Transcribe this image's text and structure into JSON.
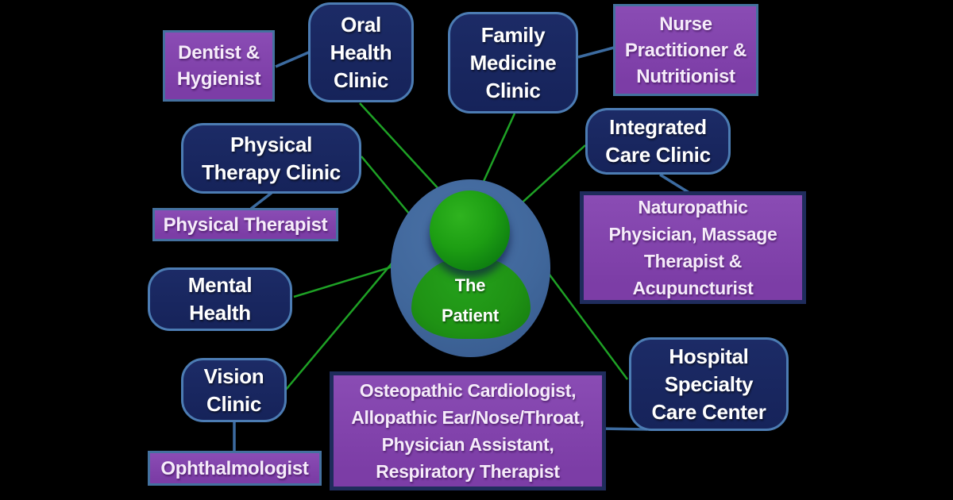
{
  "colors": {
    "background": "#000000",
    "clinic_fill": "#1c2b66",
    "clinic_fill_dark": "#16235a",
    "clinic_border": "#4c7cb3",
    "clinic_text": "#ffffff",
    "prac_fill": "#7c3da6",
    "prac_fill_light": "#8a4cb4",
    "prac_border_small": "#44719f",
    "prac_border_large": "#1f2c5c",
    "prac_text": "#f6ecfa",
    "green_link": "#1ea125",
    "blue_link": "#3c6ba0",
    "patient_ellipse": "#40679b",
    "patient_green": "#1f9214",
    "patient_head": "#1d9e13"
  },
  "nodes": {
    "dentist": {
      "label": "Dentist &\nHygienist"
    },
    "oral": {
      "label": "Oral\nHealth\nClinic"
    },
    "family": {
      "label": "Family\nMedicine\nClinic"
    },
    "nurse": {
      "label": "Nurse\nPractitioner &\nNutritionist"
    },
    "integrated": {
      "label": "Integrated\nCare Clinic"
    },
    "physical_therapy": {
      "label": "Physical\nTherapy Clinic"
    },
    "physical_therapist": {
      "label": "Physical Therapist"
    },
    "naturopathic": {
      "label": "Naturopathic\nPhysician, Massage\nTherapist &\nAcupuncturist"
    },
    "mental": {
      "label": "Mental\nHealth"
    },
    "vision": {
      "label": "Vision\nClinic"
    },
    "ophthalmologist": {
      "label": "Ophthalmologist"
    },
    "osteopathic": {
      "label": "Osteopathic Cardiologist,\nAllopathic Ear/Nose/Throat,\nPhysician Assistant,\nRespiratory Therapist"
    },
    "hospital": {
      "label": "Hospital\nSpecialty\nCare Center"
    }
  },
  "center": {
    "label": "The\nPatient"
  }
}
